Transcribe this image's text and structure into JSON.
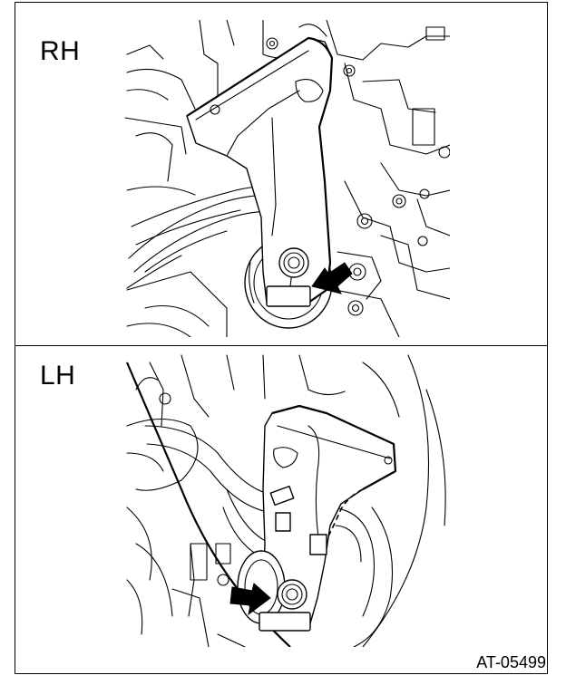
{
  "panels": {
    "top": {
      "label": "RH"
    },
    "bottom": {
      "label": "LH"
    }
  },
  "figure_code": "AT-05499",
  "colors": {
    "line": "#000000",
    "background": "#ffffff"
  }
}
